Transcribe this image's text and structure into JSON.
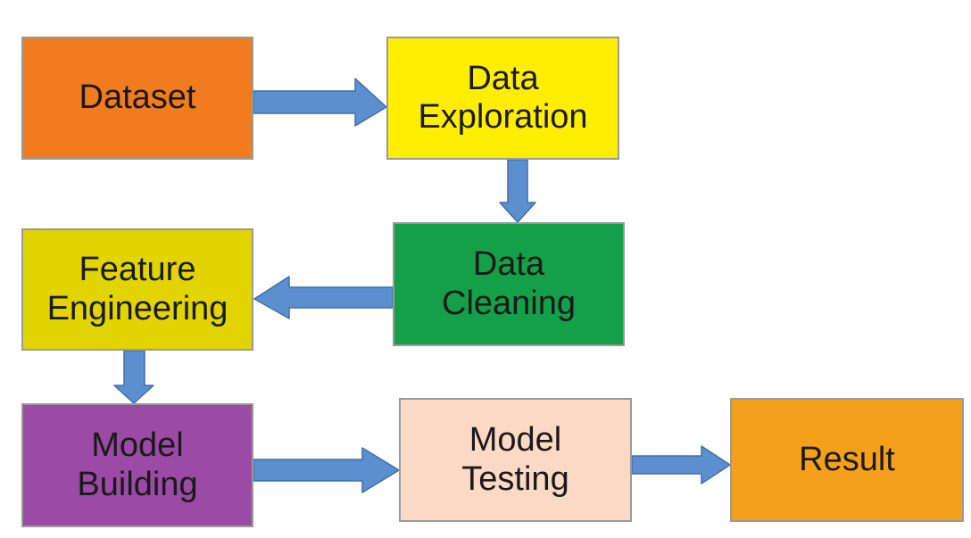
{
  "nodes": {
    "dataset": {
      "label": "Dataset",
      "color": "#f07c1f"
    },
    "data_exploration": {
      "label": "Data\nExploration",
      "color": "#ffee00"
    },
    "data_cleaning": {
      "label": "Data\nCleaning",
      "color": "#14a048"
    },
    "feature_engineering": {
      "label": "Feature\nEngineering",
      "color": "#e2d400"
    },
    "model_building": {
      "label": "Model\nBuilding",
      "color": "#9b4aa6"
    },
    "model_testing": {
      "label": "Model\nTesting",
      "color": "#fcd9c4"
    },
    "result": {
      "label": "Result",
      "color": "#f5a01a"
    }
  },
  "edges": [
    {
      "from": "dataset",
      "to": "data_exploration"
    },
    {
      "from": "data_exploration",
      "to": "data_cleaning"
    },
    {
      "from": "data_cleaning",
      "to": "feature_engineering"
    },
    {
      "from": "feature_engineering",
      "to": "model_building"
    },
    {
      "from": "model_building",
      "to": "model_testing"
    },
    {
      "from": "model_testing",
      "to": "result"
    }
  ],
  "colors": {
    "arrow_fill": "#5b8fd0",
    "arrow_stroke": "#3f6fab",
    "box_border": "#9a9a9a"
  }
}
